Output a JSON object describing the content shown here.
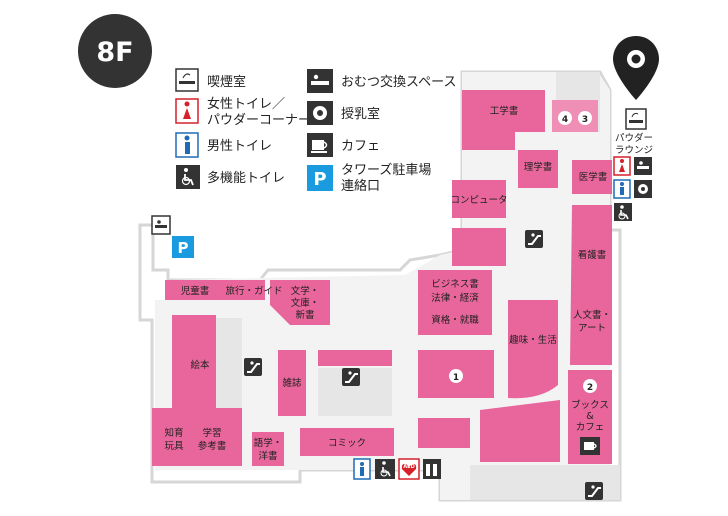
{
  "floor": "8F",
  "legend": [
    {
      "icon": "smoking-icon",
      "label": "喫煙室"
    },
    {
      "icon": "womens-toilet-icon",
      "label": "女性トイレ／",
      "label2": "パウダーコーナー"
    },
    {
      "icon": "mens-toilet-icon",
      "label": "男性トイレ"
    },
    {
      "icon": "accessible-toilet-icon",
      "label": "多機能トイレ"
    },
    {
      "icon": "diaper-changing-icon",
      "label": "おむつ交換スペース"
    },
    {
      "icon": "nursing-room-icon",
      "label": "授乳室"
    },
    {
      "icon": "cafe-icon",
      "label": "カフェ"
    },
    {
      "icon": "parking-icon",
      "label": "タワーズ駐車場",
      "label2": "連絡口"
    }
  ],
  "areas": {
    "engineering": "工学書",
    "science": "理学書",
    "computer": "コンピュータ",
    "medical": "医学書",
    "nursing": "看護書",
    "humanities1": "人文書・",
    "humanities2": "アート",
    "business1": "ビジネス書",
    "business2": "法律・経済",
    "business3": "資格・就職",
    "hobby": "趣味・生活",
    "children": "児童書",
    "travel": "旅行・ガイド",
    "literature1": "文学・",
    "literature2": "文庫・",
    "literature3": "新書",
    "picturebook": "絵本",
    "magazine": "雑誌",
    "education1": "知育",
    "education2": "玩具",
    "study1": "学習",
    "study2": "参考書",
    "language1": "語学・",
    "language2": "洋書",
    "comic": "コミック",
    "books_cafe1": "ブックス",
    "books_cafe2": "&",
    "books_cafe3": "カフェ",
    "powder_lounge1": "パウダー",
    "powder_lounge2": "ラウンジ"
  },
  "markers": {
    "m1": "1",
    "m2": "2",
    "m3": "3",
    "m4": "4"
  },
  "aed": "AED",
  "colors": {
    "shop": "#e8669b",
    "shop_light": "#ef8fb6",
    "void": "#e4e4e4",
    "wall": "#cfcfcf",
    "dark": "#333333"
  }
}
